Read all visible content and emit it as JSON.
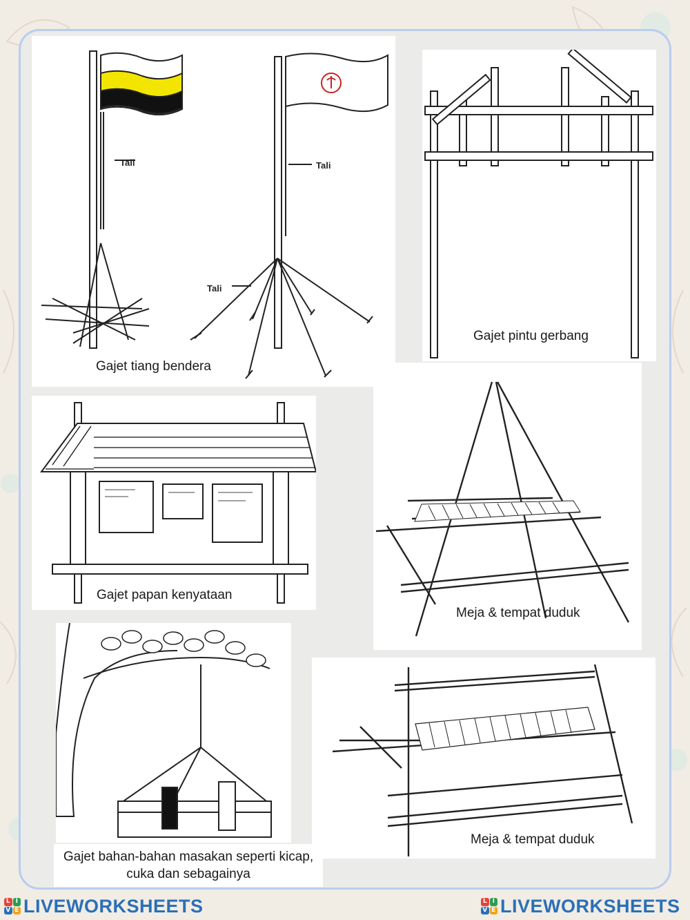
{
  "panels": {
    "flagpole": {
      "caption": "Gajet tiang bendera",
      "labels": [
        "Tali",
        "Tali",
        "Tali"
      ]
    },
    "gateway": {
      "caption": "Gajet pintu gerbang"
    },
    "noticeboard": {
      "caption": "Gajet papan kenyataan"
    },
    "table_tripod": {
      "caption": "Meja & tempat duduk"
    },
    "food_rack": {
      "caption": "Gajet bahan-bahan masakan seperti kicap, cuka dan sebagainya"
    },
    "table_bench": {
      "caption": "Meja & tempat duduk"
    }
  },
  "brand": {
    "name": "LIVEWORKSHEETS",
    "logo_letters": [
      "L",
      "I",
      "V",
      "E"
    ]
  },
  "colors": {
    "brand_blue": "#2a6fb8",
    "frame_border": "#b9cdee",
    "flag_yellow": "#f2e600"
  }
}
